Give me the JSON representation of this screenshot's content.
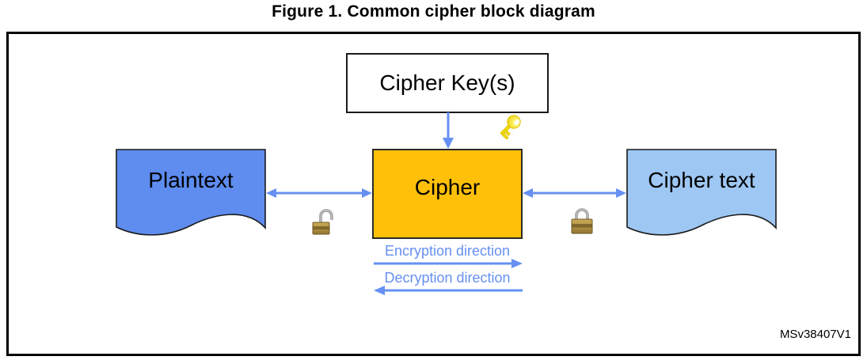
{
  "figure": {
    "title": "Figure 1. Common cipher block diagram",
    "watermark": "MSv38407V1"
  },
  "diagram": {
    "nodes": {
      "cipher_key": {
        "label": "Cipher Key(s)",
        "shape": "rectangle",
        "fill": "#FFFFFF"
      },
      "plaintext": {
        "label": "Plaintext",
        "shape": "document",
        "fill": "#5E8CEF"
      },
      "cipher": {
        "label": "Cipher",
        "shape": "rectangle",
        "fill": "#FFC00A"
      },
      "cipher_text": {
        "label": "Cipher text",
        "shape": "document",
        "fill": "#9EC7F3"
      }
    },
    "edges": [
      {
        "from": "cipher_key",
        "to": "cipher",
        "style": "single-arrow-down"
      },
      {
        "from": "plaintext",
        "to": "cipher",
        "style": "double-headed-arrow"
      },
      {
        "from": "cipher",
        "to": "cipher_text",
        "style": "double-headed-arrow"
      }
    ],
    "directions": {
      "encryption": "Encryption direction",
      "decryption": "Decryption direction"
    },
    "icons": {
      "key": "key-icon",
      "unlocked": "open-padlock-icon",
      "locked": "closed-padlock-icon"
    },
    "colors": {
      "arrow_blue": "#6690F2",
      "direction_text": "#6690F2",
      "cipher_fill": "#FFC00A",
      "plaintext_fill": "#5E8CEF",
      "ciphertext_fill": "#9EC7F3",
      "key_yellow": "#F5DC00",
      "padlock_gold": "#B8984A",
      "shackle_gray": "#9A9A9A",
      "frame_border": "#000000"
    }
  }
}
